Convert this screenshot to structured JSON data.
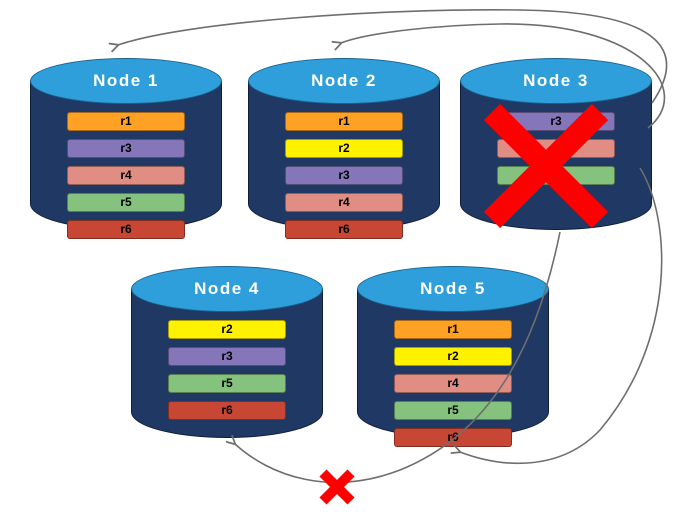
{
  "diagram": {
    "failed_node": "Node 3",
    "arrow_color": "#6E6E6E",
    "failure_color": "#FF0000",
    "node_style": {
      "body_color": "#1F3864",
      "top_color": "#2E9FDA",
      "title_color": "#FFFFFF"
    },
    "record_colors": {
      "r1": "#FFA125",
      "r2": "#FFF200",
      "r3": "#8576B9",
      "r4": "#E08E84",
      "r5": "#84C27E",
      "r6": "#C74634"
    },
    "nodes": [
      {
        "name": "Node 1",
        "records": [
          "r1",
          "r3",
          "r4",
          "r5",
          "r6"
        ],
        "failed": false
      },
      {
        "name": "Node 2",
        "records": [
          "r1",
          "r2",
          "r3",
          "r4",
          "r6"
        ],
        "failed": false
      },
      {
        "name": "Node 3",
        "records": [
          "r3",
          "r4",
          "r5"
        ],
        "failed": true
      },
      {
        "name": "Node 4",
        "records": [
          "r2",
          "r3",
          "r5",
          "r6"
        ],
        "failed": false
      },
      {
        "name": "Node 5",
        "records": [
          "r1",
          "r2",
          "r4",
          "r5",
          "r6"
        ],
        "failed": false
      }
    ],
    "links": [
      {
        "from": "Node 3",
        "to": "Node 1",
        "status": "ok"
      },
      {
        "from": "Node 3",
        "to": "Node 2",
        "status": "ok"
      },
      {
        "from": "Node 3",
        "to": "Node 5",
        "status": "ok"
      },
      {
        "from": "Node 3",
        "to": "Node 4",
        "status": "broken"
      }
    ]
  }
}
